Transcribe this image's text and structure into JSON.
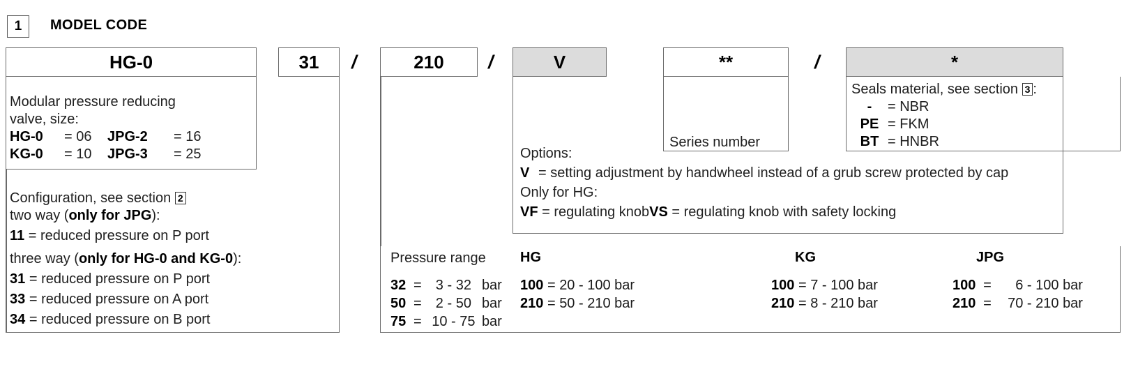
{
  "section": {
    "number": "1",
    "title": "MODEL CODE"
  },
  "code_boxes": {
    "model": "HG-0",
    "configuration": "31",
    "pressure": "210",
    "options": "V",
    "series": "**",
    "seals": "*",
    "slash1": "/",
    "slash2": "/",
    "slash3": "/"
  },
  "model_block": {
    "line1": "Modular pressure reducing",
    "line2": "valve, size:",
    "sizes": [
      {
        "code": "HG-0",
        "eq": "=",
        "value": "06",
        "code2": "JPG-2",
        "eq2": "=",
        "value2": "16"
      },
      {
        "code": "KG-0",
        "eq": "=",
        "value": "10",
        "code2": "JPG-3",
        "eq2": "=",
        "value2": "25"
      }
    ]
  },
  "configuration_block": {
    "title_prefix": "Configuration, see section",
    "title_ref": "2",
    "twoway_prefix": "two way (",
    "twoway_bold": "only for JPG",
    "twoway_suffix": "):",
    "twoway_items": [
      {
        "code": "11",
        "eq": "=",
        "text": "reduced pressure on P port"
      }
    ],
    "threeway_prefix": "three way (",
    "threeway_bold": "only for HG-0 and KG-0",
    "threeway_suffix": "):",
    "threeway_items": [
      {
        "code": "31",
        "eq": "=",
        "text": "reduced pressure on P port"
      },
      {
        "code": "33",
        "eq": "=",
        "text": "reduced pressure on A port"
      },
      {
        "code": "34",
        "eq": "=",
        "text": "reduced pressure on B port"
      }
    ]
  },
  "options_block": {
    "heading": "Options:",
    "v_code": "V",
    "v_text": "= setting adjustment by handwheel instead of a grub screw protected by cap",
    "only_for": "Only for HG:",
    "vf_code": "VF",
    "vf_text": "= regulating knob",
    "vs_code": "VS",
    "vs_text": "= regulating knob with safety locking"
  },
  "series_block": {
    "label": "Series number"
  },
  "seals_block": {
    "title_prefix": "Seals material, see section",
    "title_ref": "3",
    "title_suffix": ":",
    "items": [
      {
        "code": "-",
        "eq": "= NBR"
      },
      {
        "code": "PE",
        "eq": "= FKM"
      },
      {
        "code": "BT",
        "eq": "= HNBR"
      }
    ]
  },
  "pressure_block": {
    "label": "Pressure range",
    "columns": [
      {
        "header": "HG",
        "sub_columns": [
          {
            "rows": [
              {
                "code": "32",
                "eq": "=",
                "range": "3 - 32",
                "unit": "bar"
              },
              {
                "code": "50",
                "eq": "=",
                "range": "2 - 50",
                "unit": "bar"
              },
              {
                "code": "75",
                "eq": "=",
                "range": "10 - 75",
                "unit": "bar"
              }
            ]
          },
          {
            "rows": [
              {
                "code": "100",
                "eq": "=",
                "range": "20 - 100",
                "unit": "bar"
              },
              {
                "code": "210",
                "eq": "=",
                "range": "50 - 210",
                "unit": "bar"
              }
            ]
          }
        ]
      },
      {
        "header": "KG",
        "sub_columns": [
          {
            "rows": [
              {
                "code": "100",
                "eq": "=",
                "range": "7 - 100",
                "unit": "bar"
              },
              {
                "code": "210",
                "eq": "=",
                "range": "8 - 210",
                "unit": "bar"
              }
            ]
          }
        ]
      },
      {
        "header": "JPG",
        "sub_columns": [
          {
            "rows": [
              {
                "code": "100",
                "eq": "=",
                "range": "6 - 100",
                "unit": "bar"
              },
              {
                "code": "210",
                "eq": "=",
                "range": "70 - 210",
                "unit": "bar"
              }
            ]
          }
        ]
      }
    ]
  },
  "colors": {
    "shaded_box": "#dcdcdc",
    "border": "#6a6a6a",
    "text": "#1f1f1f"
  }
}
